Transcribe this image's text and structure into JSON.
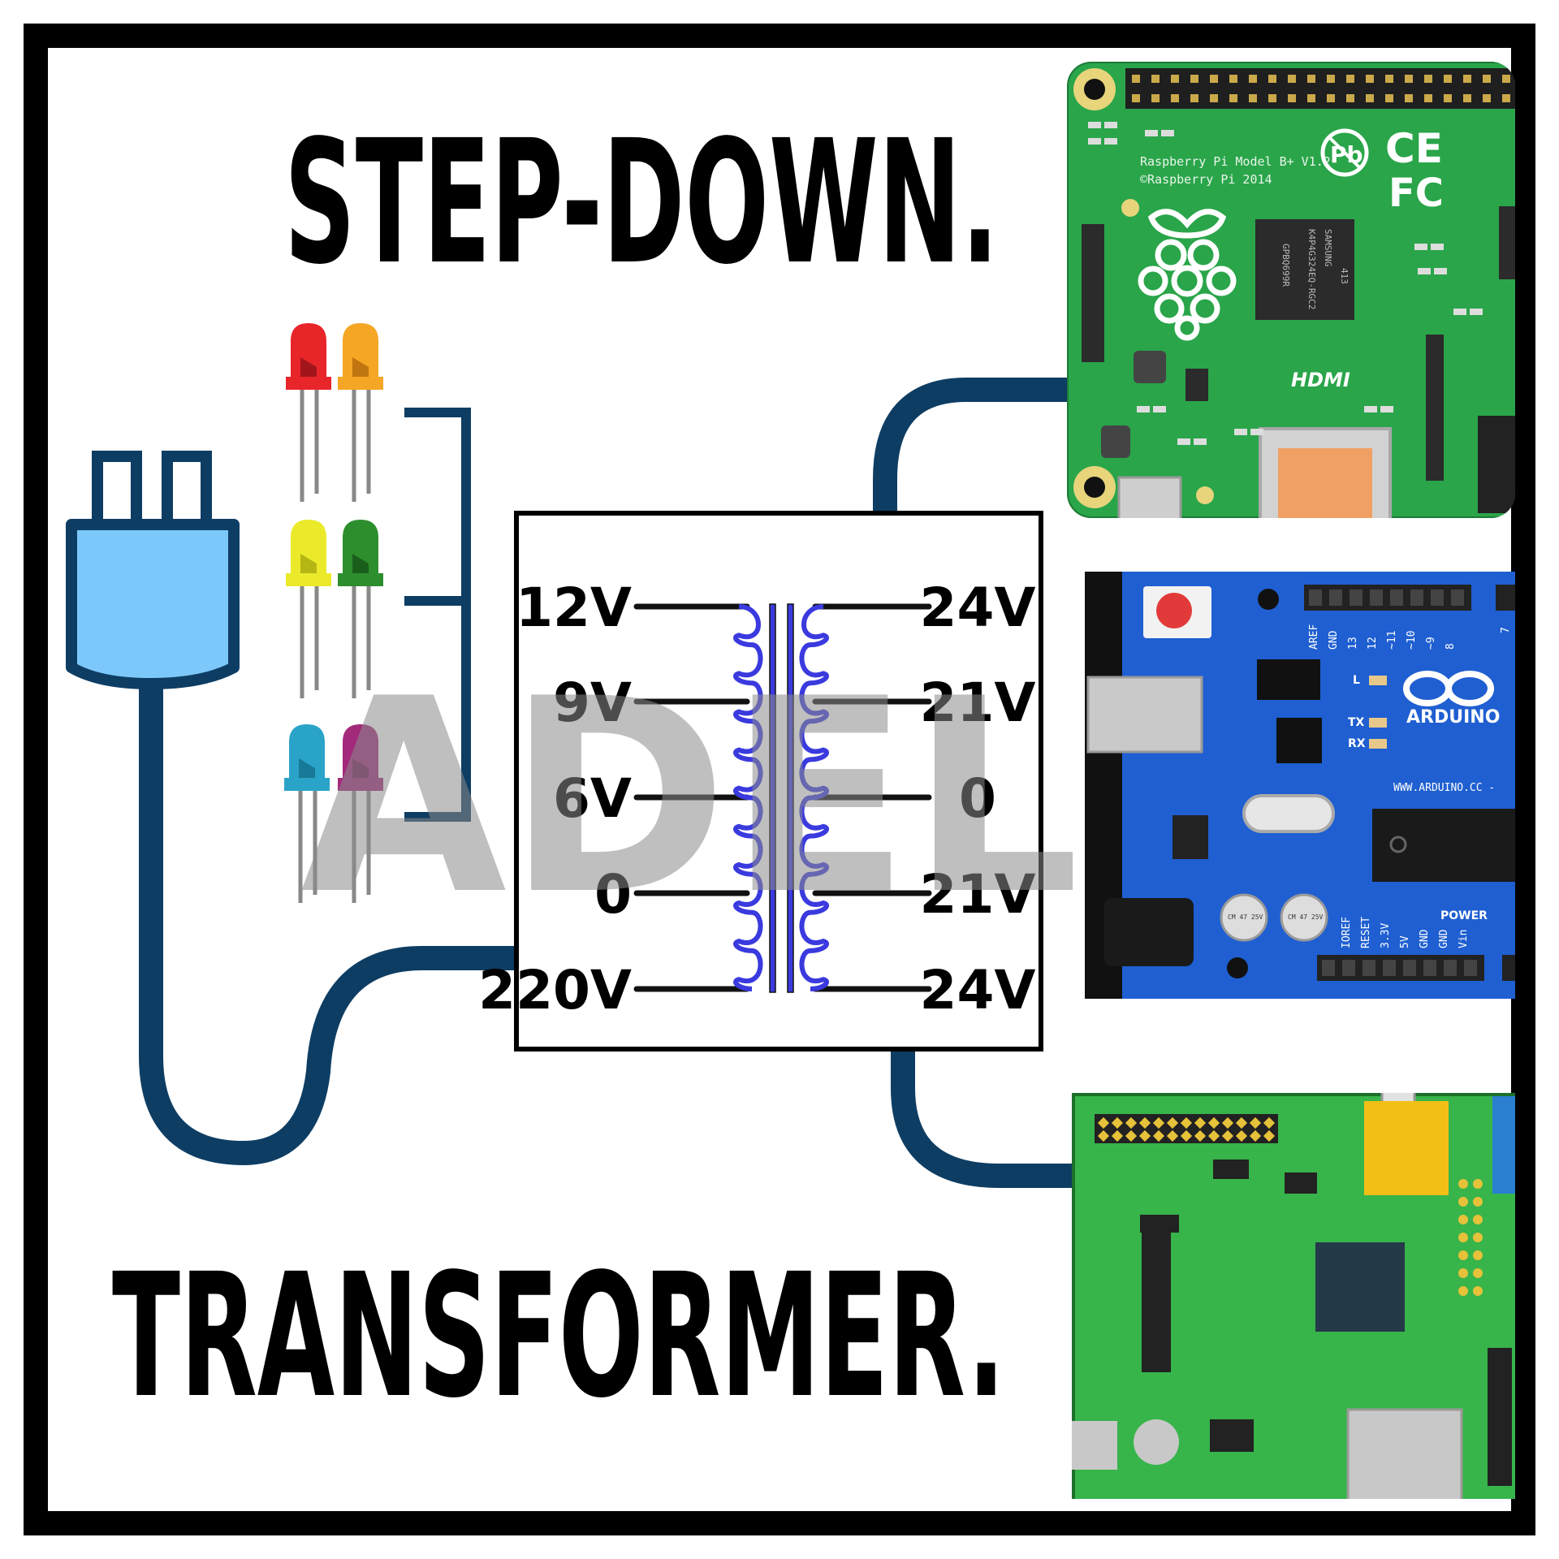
{
  "title_top": "STEP-DOWN.",
  "title_bottom": "TRANSFORMER.",
  "watermark": "ADEL",
  "transformer": {
    "primary_labels": [
      "12V",
      "9V",
      "6V",
      "0",
      "220V"
    ],
    "secondary_labels": [
      "24V",
      "21V",
      "0",
      "21V",
      "24V"
    ]
  },
  "raspberry_pi_b_plus": {
    "model_line": "Raspberry Pi Model B+ V1.2",
    "copyright_line": "©Raspberry Pi 2014",
    "hdmi": "HDMI",
    "chip_brand": "SAMSUNG",
    "chip_code": "K4P4G324EQ-RGC2",
    "chip_code2": "GPBQ699R",
    "chip_num": "413",
    "ce_mark": "CE",
    "fc_mark": "FC",
    "pb_mark": "Pb"
  },
  "arduino": {
    "brand": "ARDUINO",
    "url": "WWW.ARDUINO.CC -",
    "led_l": "L",
    "led_tx": "TX",
    "led_rx": "RX",
    "power": "POWER",
    "top_pins": [
      "AREF",
      "GND",
      "13",
      "12",
      "~11",
      "~10",
      "~9",
      "8"
    ],
    "top_pin_7": "7",
    "bottom_pins": [
      "IOREF",
      "RESET",
      "3.3V",
      "5V",
      "GND",
      "GND",
      "Vin"
    ],
    "cap_text": "CM 47 25V"
  },
  "colors": {
    "frame": "#000000",
    "cable": "#0e3d63",
    "plug": "#7cc8fb",
    "coil": "#3a3adf",
    "rpi_green": "#2aa54a",
    "arduino_blue": "#1f5fd1",
    "rpi_a_green": "#37b44a",
    "watermark": "#8a8a8a"
  },
  "leds": [
    {
      "color": "#e8262a",
      "dark": "#a2151a"
    },
    {
      "color": "#f5a624",
      "dark": "#c07511"
    },
    {
      "color": "#eaea2b",
      "dark": "#b5b514"
    },
    {
      "color": "#2d8e2e",
      "dark": "#1b5e1c"
    },
    {
      "color": "#2aa3c8",
      "dark": "#187a98"
    },
    {
      "color": "#a3297a",
      "dark": "#741a56"
    }
  ]
}
